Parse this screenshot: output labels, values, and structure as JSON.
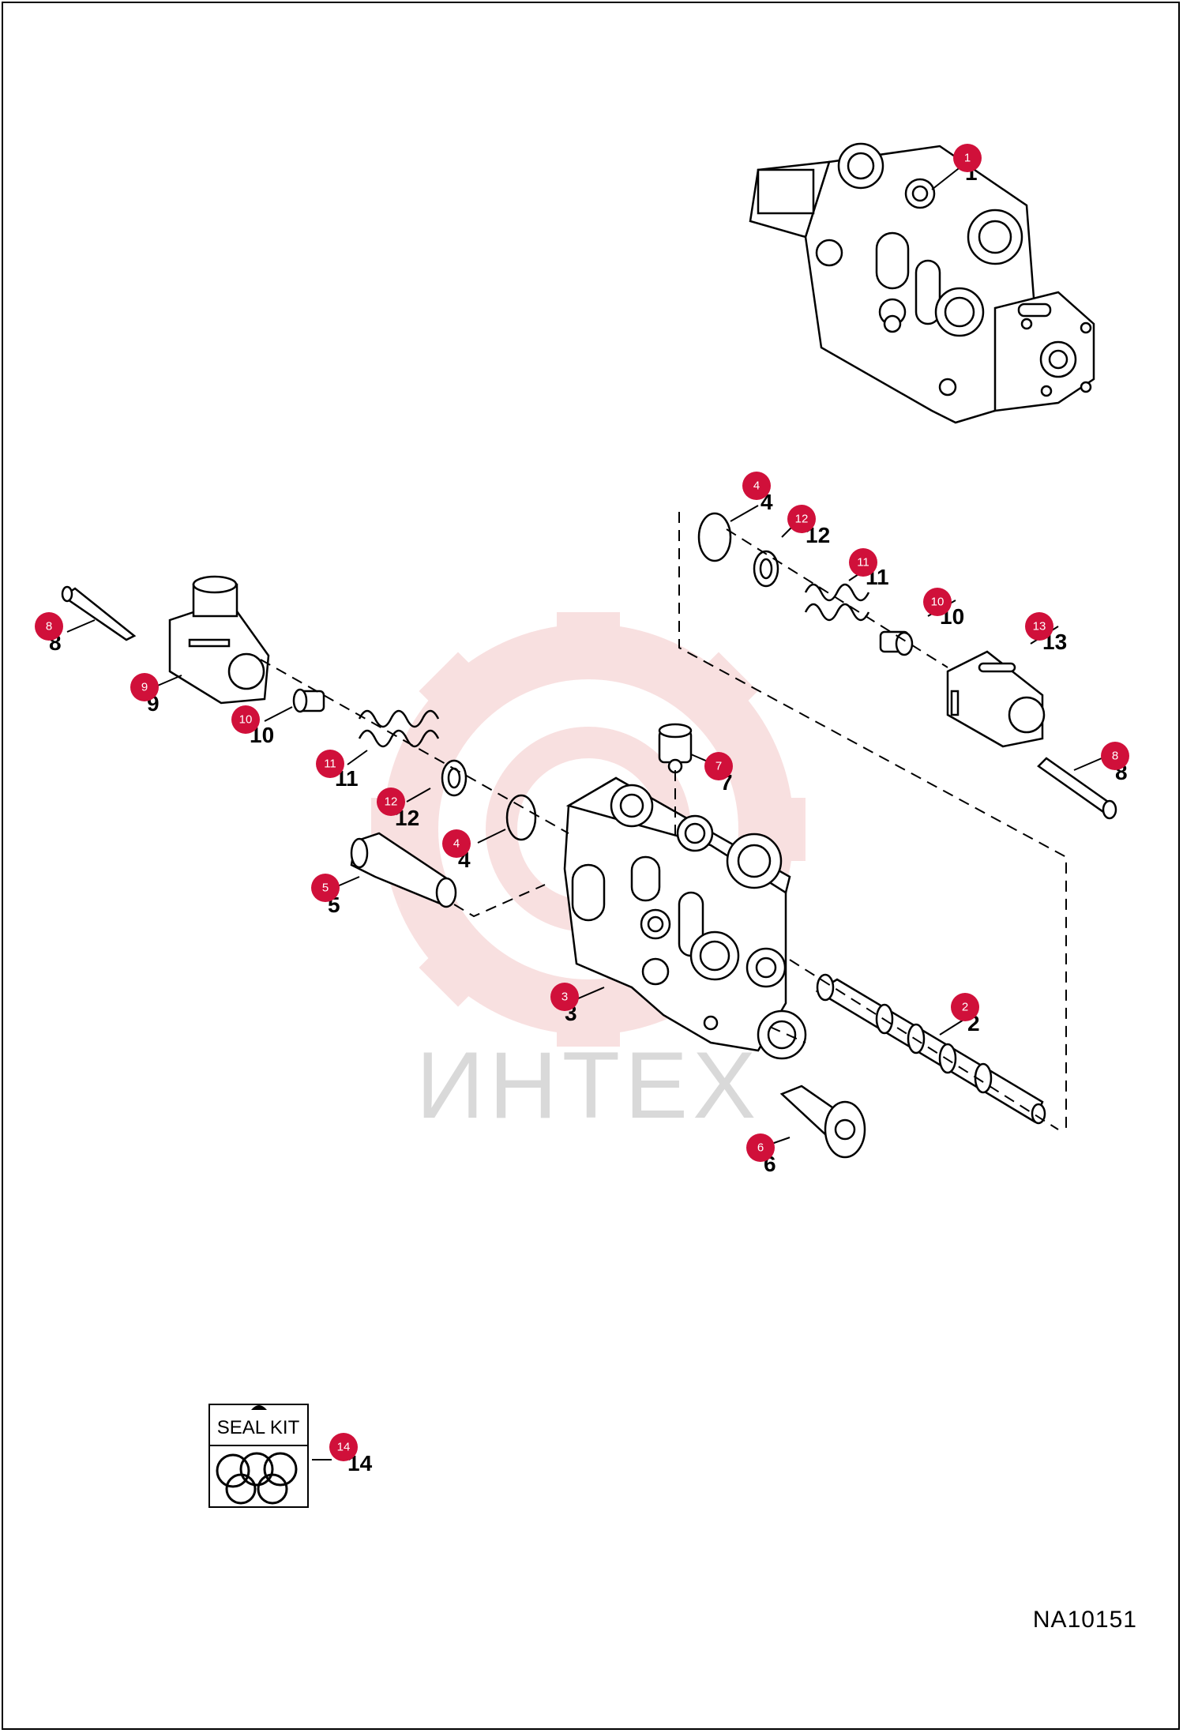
{
  "figure_code": "NA10151",
  "watermark": "ИНТЕХ",
  "seal_kit_label": "SEAL KIT",
  "callouts": [
    {
      "id": "c1",
      "num": "1",
      "label": "1"
    },
    {
      "id": "c2",
      "num": "2",
      "label": "2"
    },
    {
      "id": "c3",
      "num": "3",
      "label": "3"
    },
    {
      "id": "c4a",
      "num": "4",
      "label": "4"
    },
    {
      "id": "c4b",
      "num": "4",
      "label": "4"
    },
    {
      "id": "c5",
      "num": "5",
      "label": "5"
    },
    {
      "id": "c6",
      "num": "6",
      "label": "6"
    },
    {
      "id": "c7",
      "num": "7",
      "label": "7"
    },
    {
      "id": "c8a",
      "num": "8",
      "label": "8"
    },
    {
      "id": "c8b",
      "num": "8",
      "label": "8"
    },
    {
      "id": "c9",
      "num": "9",
      "label": "9"
    },
    {
      "id": "c10a",
      "num": "10",
      "label": "10"
    },
    {
      "id": "c10b",
      "num": "10",
      "label": "10"
    },
    {
      "id": "c11a",
      "num": "11",
      "label": "11"
    },
    {
      "id": "c11b",
      "num": "11",
      "label": "11"
    },
    {
      "id": "c12a",
      "num": "12",
      "label": "12"
    },
    {
      "id": "c12b",
      "num": "12",
      "label": "12"
    },
    {
      "id": "c13",
      "num": "13",
      "label": "13"
    },
    {
      "id": "c14",
      "num": "14",
      "label": "14"
    }
  ],
  "colors": {
    "callout": "#d0103a",
    "watermark": "#f4c8c8",
    "line": "#000000"
  }
}
